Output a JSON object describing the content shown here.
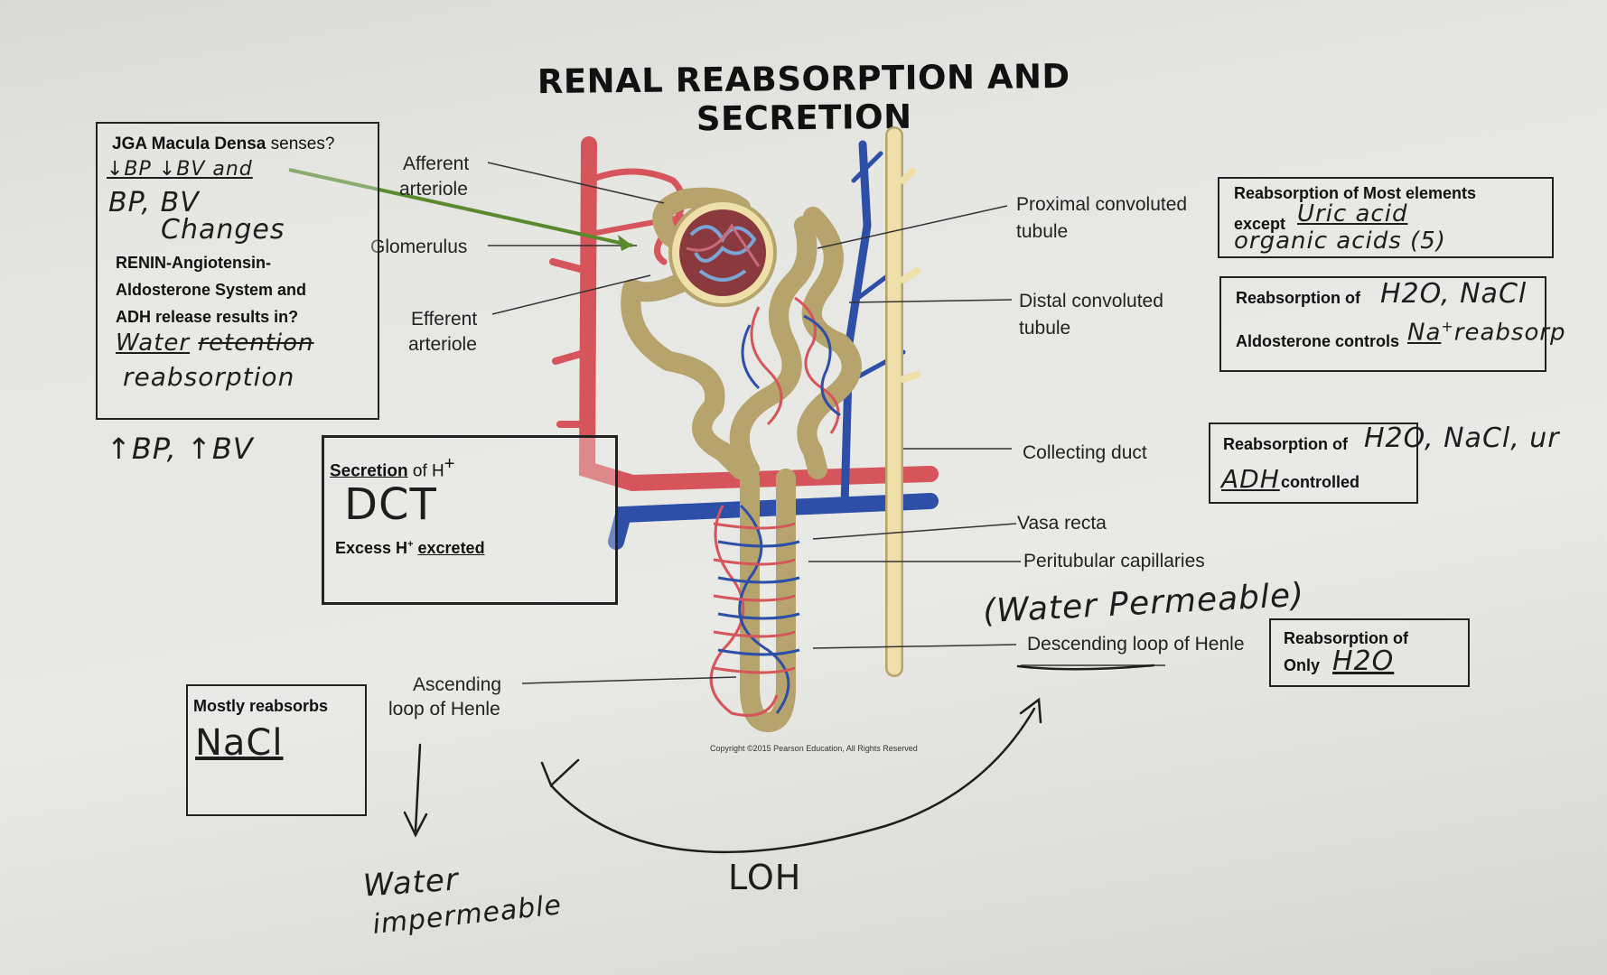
{
  "title": "RENAL REABSORPTION AND SECRETION",
  "diagram_labels": {
    "afferent_1": "Afferent",
    "afferent_2": "arteriole",
    "glomerulus": "Glomerulus",
    "efferent_1": "Efferent",
    "efferent_2": "arteriole",
    "pct_1": "Proximal convoluted",
    "pct_2": "tubule",
    "dct_1": "Distal convoluted",
    "dct_2": "tubule",
    "collecting_duct": "Collecting duct",
    "vasa_recta": "Vasa recta",
    "peritubular": "Peritubular capillaries",
    "descending": "Descending loop of Henle",
    "ascending_1": "Ascending",
    "ascending_2": "loop of Henle",
    "copyright": "Copyright ©2015 Pearson Education, All Rights Reserved"
  },
  "jga_box": {
    "heading_bold": "JGA Macula Densa",
    "heading_rest": " senses?",
    "hand_line1": "↓BP ↓BV and",
    "hand_line2": "BP, BV",
    "hand_line3": "Changes",
    "printed_1": "RENIN-Angiotensin-",
    "printed_2": "Aldosterone System and",
    "printed_3": "ADH release results in?",
    "hand_water": "Water",
    "hand_struck": "retention",
    "hand_reabsorption": "reabsorption"
  },
  "note_bp": "↑BP, ↑BV",
  "secretion_box": {
    "heading_u": "Secretion",
    "heading_rest": " of H",
    "heading_sup": "+",
    "hand": "DCT",
    "printed": "Excess H",
    "printed_sup": "+",
    "printed_u": "excreted"
  },
  "nacl_box": {
    "printed": "Mostly reabsorbs",
    "hand": "NaCl"
  },
  "pct_box": {
    "printed_1": "Reabsorption of Most elements",
    "printed_2": "except",
    "hand_1": "Uric acid",
    "hand_2": "organic acids (5)"
  },
  "dct_box": {
    "printed_1": "Reabsorption of",
    "hand_1": "H2O, NaCl",
    "printed_2": "Aldosterone controls",
    "hand_2": "Na",
    "hand_2_sup": "+",
    "hand_3": "reabsorp"
  },
  "cd_box": {
    "printed_1": "Reabsorption of",
    "hand_1": "H2O, NaCl, ur",
    "hand_2": "ADH",
    "printed_2": "controlled"
  },
  "desc_box": {
    "printed_1": "Reabsorption of",
    "printed_2": "Only",
    "hand": "H2O"
  },
  "notes": {
    "water_permeable": "(Water Permeable)",
    "water": "Water",
    "impermeable": "impermeable",
    "loh": "LOH"
  },
  "colors": {
    "artery": "#d6555a",
    "vein": "#2e4fa8",
    "tubule": "#efdfa8",
    "tubule_edge": "#b7a46c",
    "arrow": "#5a8a2e"
  }
}
